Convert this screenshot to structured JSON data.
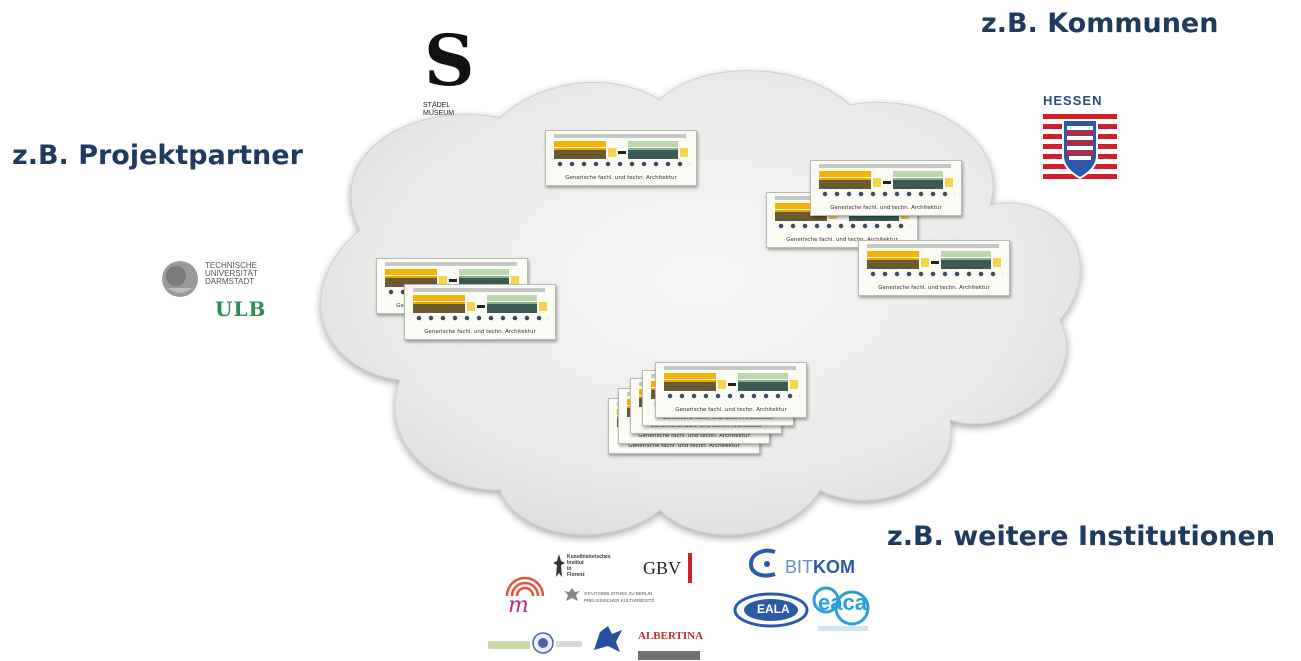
{
  "labels": {
    "kommunen": "z.B. Kommunen",
    "projektpartner": "z.B. Projektpartner",
    "weitere": "z.B. weitere Institutionen"
  },
  "card_caption": "Generische fachl. und techn. Architektur",
  "logos": {
    "staedel": {
      "letter": "S",
      "text_line1": "STÄDEL",
      "text_line2": "MUSEUM"
    },
    "hessen": {
      "text": "HESSEN"
    },
    "tud": {
      "line1": "TECHNISCHE",
      "line2": "UNIVERSITÄT",
      "line3": "DARMSTADT",
      "ulb": "ULB"
    },
    "gbv": {
      "text": "GBV"
    },
    "kunsthist": {
      "line1": "Kunsthistorisches",
      "line2": "Institut",
      "line3": "in",
      "line4": "Florenz"
    },
    "staatsbib": {
      "line1": "STAATSBIBLIOTHEK ZU BERLIN",
      "line2": "PREUSSISCHER KULTURBESITZ"
    },
    "albertina": {
      "text": "ALBERTINA"
    },
    "bitkom": {
      "prefix": "BIT",
      "suffix": "KOM"
    },
    "eala": {
      "text": "EALA"
    },
    "eaca": {
      "text": "eaca"
    },
    "mnatur": {
      "text": "m"
    }
  },
  "colors": {
    "label_text": "#1f3a5c",
    "cloud_fill": "#ececec",
    "card_orange": "#f4b400",
    "card_teal": "#3a5a56"
  }
}
